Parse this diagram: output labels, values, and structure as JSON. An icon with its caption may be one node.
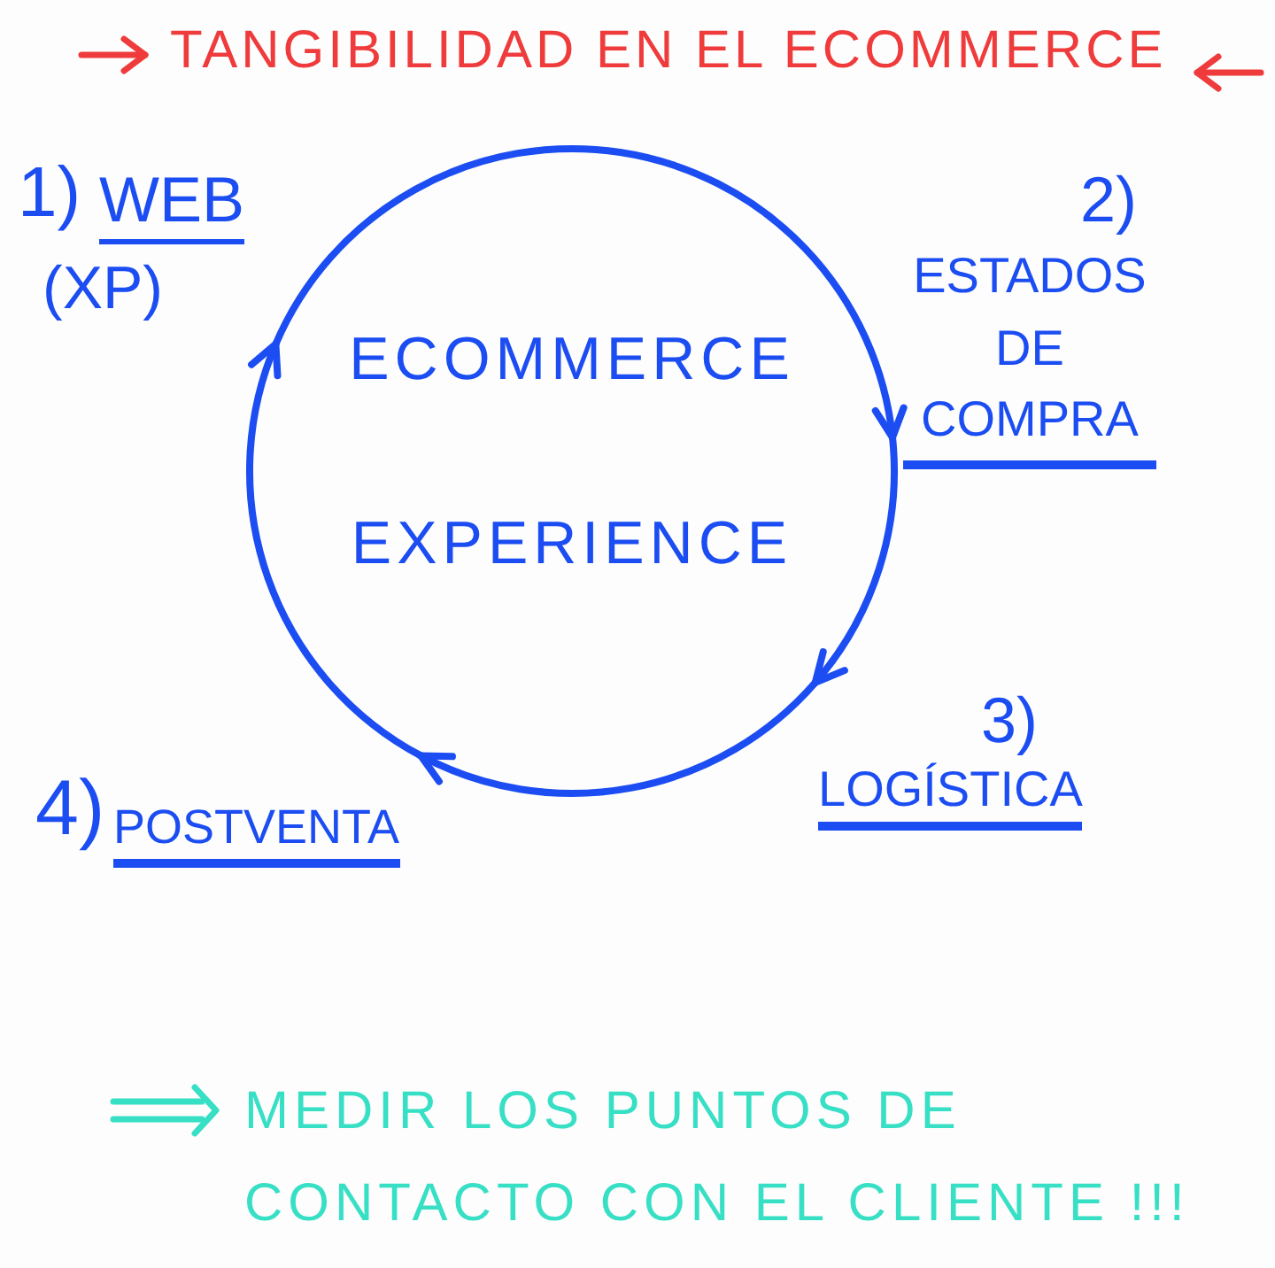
{
  "diagram": {
    "title": "TANGIBILIDAD EN EL ECOMMERCE",
    "caption": "MEDIR LOS PUNTOS DE CONTACTO CON EL CLIENTE !!!",
    "nodes": [
      {
        "text": [
          "1)",
          "WEB",
          "(XP)"
        ]
      },
      {
        "text": [
          "2)",
          "ESTADOS DE COMPRA"
        ]
      },
      {
        "text": [
          "3)",
          "LOGÍSTICA"
        ]
      },
      {
        "text": [
          "4)",
          "POSTVENTA"
        ]
      }
    ],
    "edges": [
      {
        "from": 0,
        "to": 1,
        "arrow": "to"
      },
      {
        "from": 1,
        "to": 2,
        "arrow": "to"
      },
      {
        "from": 2,
        "to": 3,
        "arrow": "to"
      },
      {
        "from": 3,
        "to": 0,
        "arrow": "to"
      }
    ],
    "labels": [
      "ECOMMERCE EXPERIENCE"
    ]
  }
}
